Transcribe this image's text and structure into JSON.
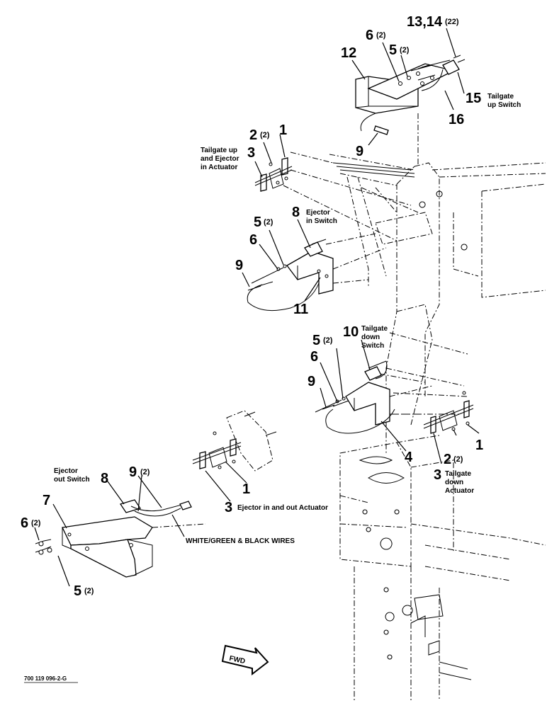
{
  "callouts": {
    "c1_top": "1",
    "c1_right": "1",
    "c1_bottom": "1",
    "c2_top": "2",
    "c2_right": "2",
    "c3_top": "3",
    "c3_right": "3",
    "c3_bottom": "3",
    "c4": "4",
    "c5_top": "5",
    "c5_mid": "5",
    "c5_lower": "5",
    "c5_bottom": "5",
    "c6_top": "6",
    "c6_mid": "6",
    "c6_lower": "6",
    "c6_bottom": "6",
    "c7": "7",
    "c8_mid": "8",
    "c8_bottom": "8",
    "c9_top": "9",
    "c9_mid": "9",
    "c9_lower": "9",
    "c9_bottom": "9",
    "c10": "10",
    "c11": "11",
    "c12": "12",
    "c13_14": "13,14",
    "c15": "15",
    "c16": "16"
  },
  "quantities": {
    "q2": "(2)",
    "q22": "(22)"
  },
  "labels": {
    "tailgate_up_switch": [
      "Tailgate",
      "up Switch"
    ],
    "tailgate_up_ejector_in_actuator": [
      "Tailgate up",
      "and Ejector",
      "in Actuator"
    ],
    "ejector_in_switch": [
      "Ejector",
      "in Switch"
    ],
    "tailgate_down_switch": [
      "Tailgate",
      "down",
      "Switch"
    ],
    "tailgate_down_actuator": [
      "Tailgate",
      "down",
      "Actuator"
    ],
    "ejector_out_switch": [
      "Ejector",
      "out Switch"
    ],
    "ejector_in_out_actuator": "Ejector in and out Actuator",
    "wires": "WHITE/GREEN & BLACK WIRES",
    "fwd": "FWD",
    "drawing_number": "700 119 096-2-G"
  }
}
